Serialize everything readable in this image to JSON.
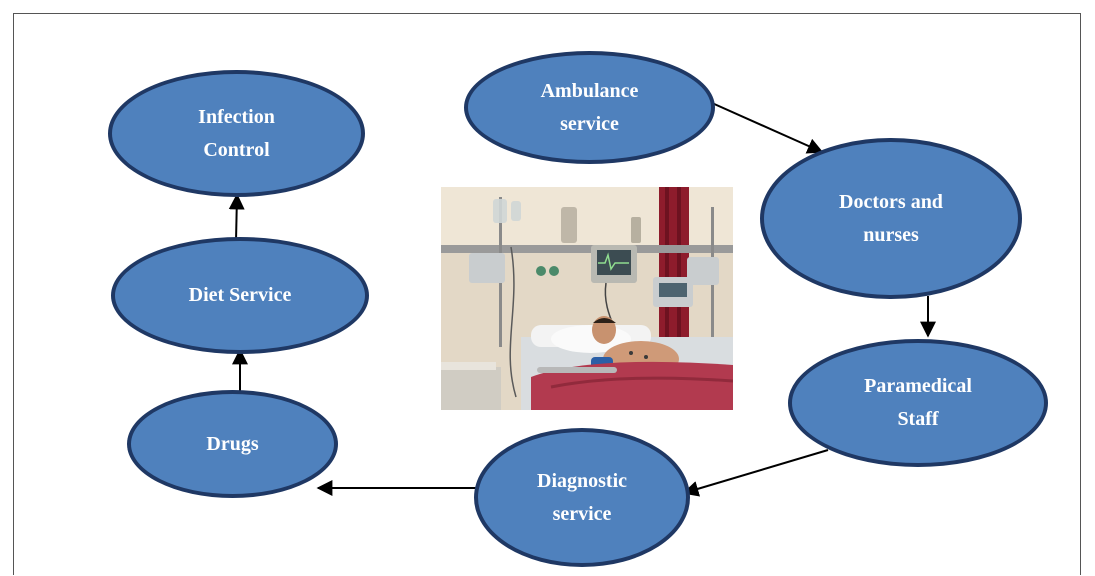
{
  "diagram": {
    "nodes": {
      "infection_control": "Infection\nControl",
      "ambulance_service": "Ambulance\nservice",
      "doctors_nurses": "Doctors and\nnurses",
      "diet_service": "Diet Service",
      "paramedical_staff": "Paramedical\nStaff",
      "drugs": "Drugs",
      "diagnostic_service": "Diagnostic\nservice"
    },
    "flow": [
      "Ambulance service",
      "Doctors and nurses",
      "Paramedical Staff",
      "Diagnostic service",
      "Drugs",
      "Diet Service",
      "Infection Control"
    ]
  },
  "colors": {
    "node_fill": "#4f81bd",
    "node_border": "#1f3864",
    "node_text": "#ffffff",
    "arrow": "#000000"
  }
}
